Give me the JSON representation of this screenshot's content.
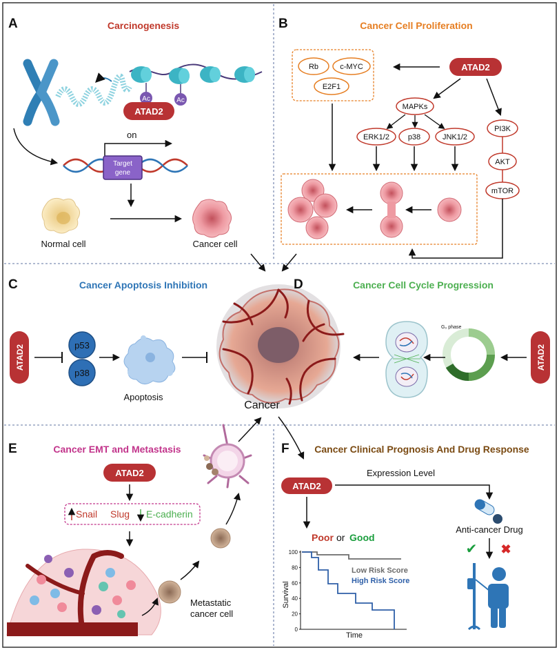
{
  "colors": {
    "atad2": "#b83234",
    "title_a": "#c0392b",
    "title_b": "#e67e22",
    "title_c": "#2e75b6",
    "title_d": "#4caf50",
    "title_e": "#c2348b",
    "title_f": "#7a4a12",
    "divider": "#7f8fb5",
    "pill_border": "#c0392b",
    "box_border": "#e67e22",
    "curve_low": "#6b6b6b",
    "curve_high": "#2e5fa8"
  },
  "center": {
    "label": "Cancer"
  },
  "panels": {
    "a": {
      "letter": "A",
      "title": "Carcinogenesis",
      "atad2": "ATAD2",
      "ac1": "Ac",
      "ac2": "Ac",
      "on": "on",
      "target1": "Target",
      "target2": "gene",
      "normal": "Normal cell",
      "cancer": "Cancer cell"
    },
    "b": {
      "letter": "B",
      "title": "Cancer Cell Proliferation",
      "atad2": "ATAD2",
      "rb": "Rb",
      "cmyc": "c-MYC",
      "e2f1": "E2F1",
      "mapks": "MAPKs",
      "erk": "ERK1/2",
      "p38": "p38",
      "jnk": "JNK1/2",
      "pi3k": "PI3K",
      "akt": "AKT",
      "mtor": "mTOR"
    },
    "c": {
      "letter": "C",
      "title": "Cancer Apoptosis Inhibition",
      "atad2": "ATAD2",
      "p53": "p53",
      "p38": "p38",
      "apoptosis": "Apoptosis"
    },
    "d": {
      "letter": "D",
      "title": "Cancer Cell Cycle Progression",
      "atad2": "ATAD2",
      "g0": "G₀ phase"
    },
    "e": {
      "letter": "E",
      "title": "Cancer EMT and Metastasis",
      "atad2": "ATAD2",
      "snail": "Snail",
      "slug": "Slug",
      "ecad": "E-cadherin",
      "meta1": "Metastatic",
      "meta2": "cancer cell"
    },
    "f": {
      "letter": "F",
      "title": "Cancer Clinical Prognosis And Drug Response",
      "atad2": "ATAD2",
      "expression": "Expression Level",
      "poor": "Poor",
      "or": "or",
      "good": "Good",
      "drug": "Anti-cancer Drug",
      "low_risk": "Low Risk Score",
      "high_risk": "High Risk Score",
      "xlabel": "Time",
      "ylabel": "Survival",
      "yticks": [
        "0",
        "20",
        "40",
        "60",
        "80",
        "100"
      ]
    }
  }
}
